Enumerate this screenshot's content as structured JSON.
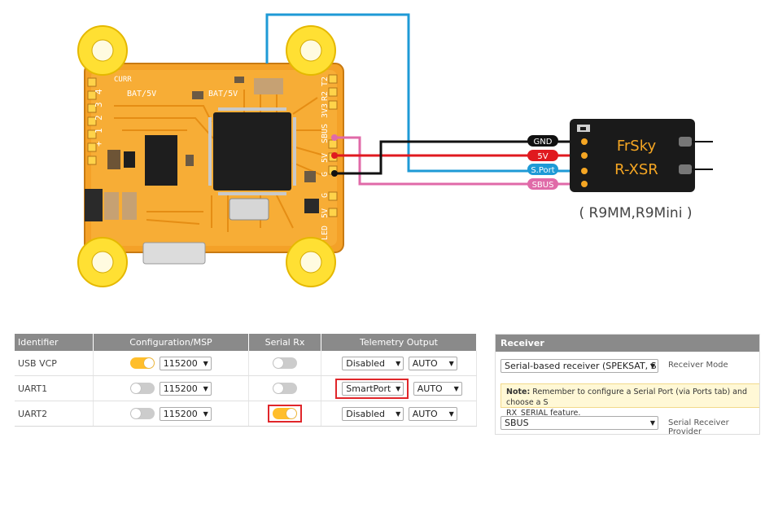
{
  "diagram": {
    "wire_labels": {
      "gnd": "GND",
      "v5": "5V",
      "sport": "S.Port",
      "sbus": "SBUS"
    },
    "receiver": {
      "brand": "FrSky",
      "model": "R-XSR",
      "compatible": "( R9MM,R9Mini )"
    },
    "pcb_labels": {
      "bat_left": "BAT/5V",
      "bat_right": "BAT/5V",
      "curr": "CURR",
      "pads_left": [
        "4",
        "3",
        "2",
        "1",
        "+"
      ],
      "pads_right": [
        "T2",
        "R2",
        "3V3",
        "SBUS",
        "5V",
        "G",
        "G",
        "5V",
        "LED"
      ]
    },
    "colors": {
      "gnd": "#111111",
      "v5": "#e0191f",
      "sport": "#1e9ad6",
      "sbus": "#e06aa8",
      "pcb": "#f4a128",
      "standoff": "#ffe033"
    }
  },
  "ports": {
    "headers": {
      "identifier": "Identifier",
      "config": "Configuration/MSP",
      "serial_rx": "Serial Rx",
      "telemetry": "Telemetry Output"
    },
    "rows": [
      {
        "id": "USB VCP",
        "msp_on": true,
        "baud": "115200",
        "serial_rx_on": false,
        "telemetry": "Disabled",
        "tel_baud": "AUTO"
      },
      {
        "id": "UART1",
        "msp_on": false,
        "baud": "115200",
        "serial_rx_on": false,
        "telemetry": "SmartPort",
        "tel_baud": "AUTO"
      },
      {
        "id": "UART2",
        "msp_on": false,
        "baud": "115200",
        "serial_rx_on": true,
        "telemetry": "Disabled",
        "tel_baud": "AUTO"
      }
    ]
  },
  "receiver_panel": {
    "title": "Receiver",
    "mode_value": "Serial-based receiver (SPEKSAT, S",
    "mode_label": "Receiver Mode",
    "note_bold": "Note:",
    "note_text": " Remember to configure a Serial Port (via Ports tab) and choose a S",
    "note_text2": "RX_SERIAL feature.",
    "provider_value": "SBUS",
    "provider_label": "Serial Receiver Provider"
  }
}
